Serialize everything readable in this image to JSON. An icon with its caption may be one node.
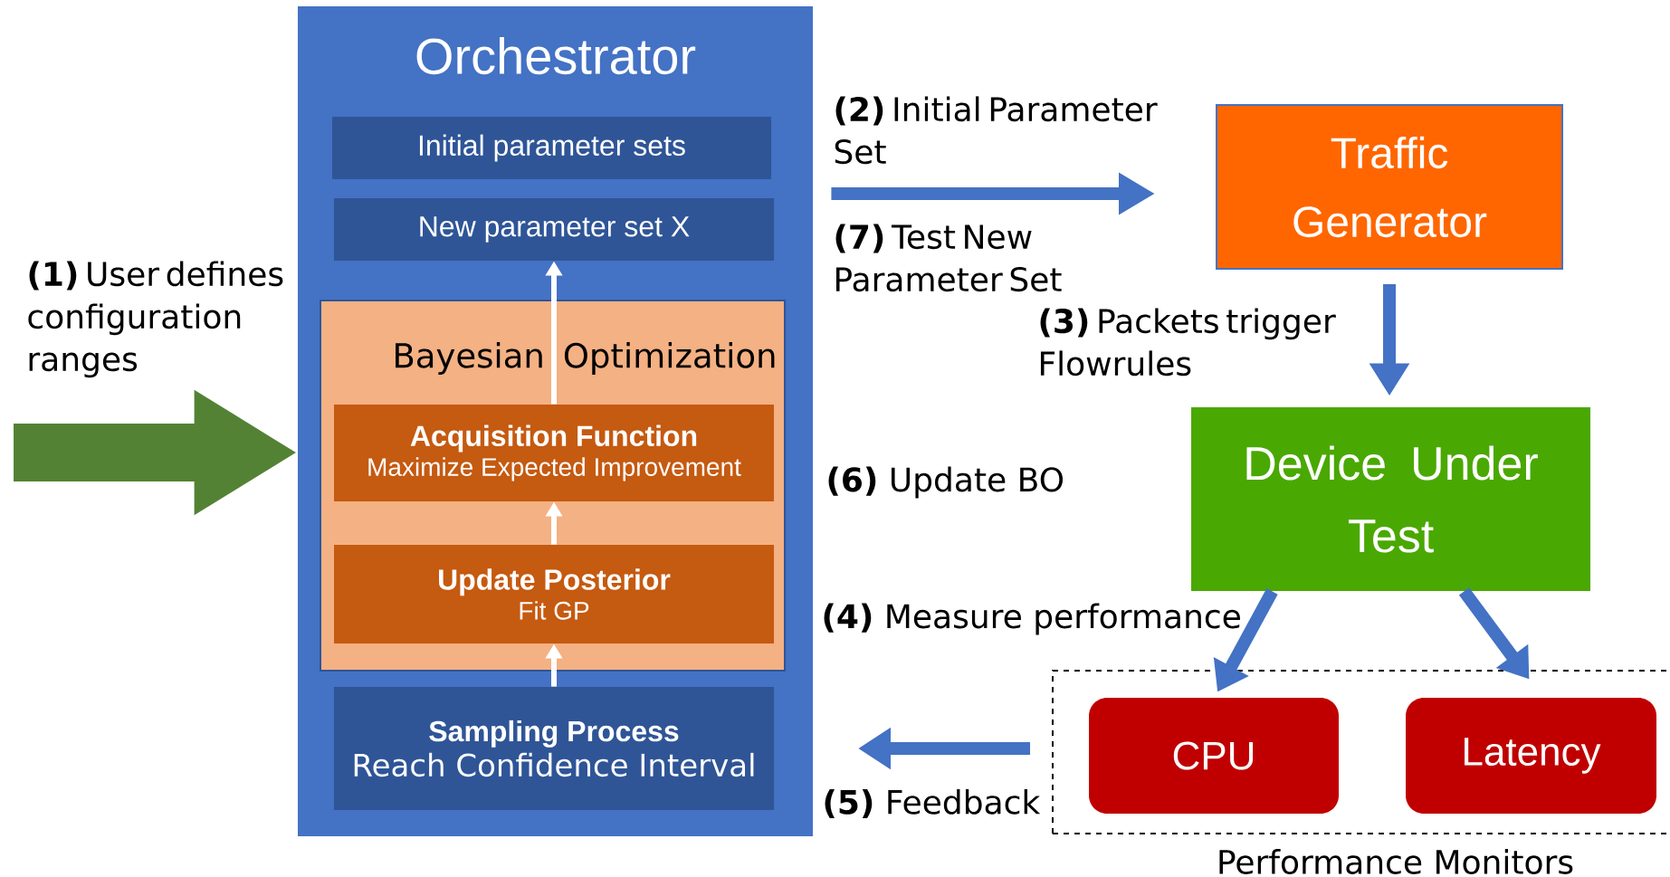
{
  "diagram": {
    "nodes": [
      {
        "text": [
          "Orchestrator"
        ]
      },
      {
        "text": [
          "Initial parameter sets"
        ],
        "in": 0
      },
      {
        "text": [
          "New parameter set X"
        ],
        "in": 0
      },
      {
        "text": [
          "Bayesian Optimization"
        ],
        "in": 0
      },
      {
        "text": [
          "Acquisition Function",
          "Maximize Expected Improvement"
        ],
        "in": 3
      },
      {
        "text": [
          "Update Posterior",
          "Fit GP"
        ],
        "in": 3
      },
      {
        "text": [
          "Sampling Process",
          "Reach Confidence Interval"
        ],
        "in": 0
      },
      {
        "text": [
          "Traffic Generator"
        ]
      },
      {
        "text": [
          "Device Under Test"
        ]
      },
      {
        "text": [
          "Performance Monitors"
        ]
      },
      {
        "text": [
          "CPU"
        ],
        "in": 9
      },
      {
        "text": [
          "Latency"
        ],
        "in": 9
      }
    ],
    "edges": [
      {
        "from": null,
        "to": 0,
        "arrow": "to",
        "label": "**(1)** User defines configuration ranges",
        "style": "thick",
        "color": "#548235"
      },
      {
        "from": 0,
        "to": 7,
        "arrow": "to",
        "label": "**(2)** Initial Parameter Set"
      },
      {
        "from": 7,
        "to": 8,
        "arrow": "to",
        "label": "**(3)** Packets trigger Flowrules"
      },
      {
        "from": 8,
        "to": 10,
        "arrow": "to",
        "label": "**(4)** Measure performance"
      },
      {
        "from": 8,
        "to": 11,
        "arrow": "to"
      },
      {
        "from": 9,
        "to": null,
        "arrow": "to",
        "label": "**(5)** Feedback"
      },
      {
        "from": 6,
        "to": 5,
        "arrow": "to",
        "color": "#ffffff"
      },
      {
        "from": 5,
        "to": 4,
        "arrow": "to",
        "color": "#ffffff"
      },
      {
        "from": 4,
        "to": 2,
        "arrow": "to",
        "color": "#ffffff"
      }
    ],
    "labels": [
      "**(7)** Test New Parameter Set",
      "**(6)** Update BO"
    ]
  }
}
